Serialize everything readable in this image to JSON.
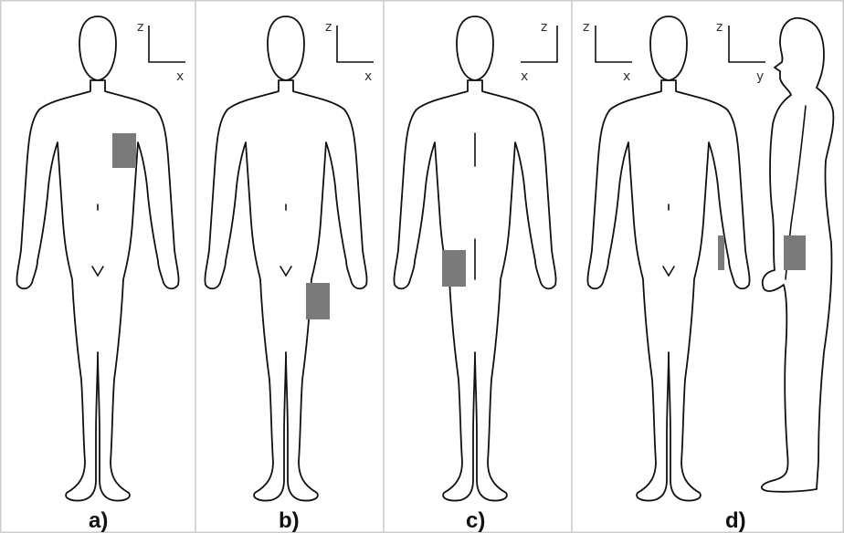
{
  "figure": {
    "background": "#ffffff",
    "divider_color": "#cccccc",
    "sensor_color": "#7a7a7a",
    "line_color": "#111111",
    "panels": [
      {
        "label": "a)",
        "view": "front",
        "axes": [
          {
            "vertical": "z",
            "horizontal": "x"
          }
        ],
        "sensor_location": "upper chest, right side of figure"
      },
      {
        "label": "b)",
        "view": "front",
        "axes": [
          {
            "vertical": "z",
            "horizontal": "x"
          }
        ],
        "sensor_location": "upper thigh, right side of figure"
      },
      {
        "label": "c)",
        "view": "back",
        "axes": [
          {
            "vertical": "z",
            "horizontal": "x"
          }
        ],
        "sensor_location": "hip / buttock, left side of figure"
      },
      {
        "label": "d)",
        "view": "front and side",
        "axes": [
          {
            "vertical": "z",
            "horizontal": "x"
          },
          {
            "vertical": "z",
            "horizontal": "y"
          }
        ],
        "sensor_location": "hip, side of figure"
      }
    ]
  }
}
